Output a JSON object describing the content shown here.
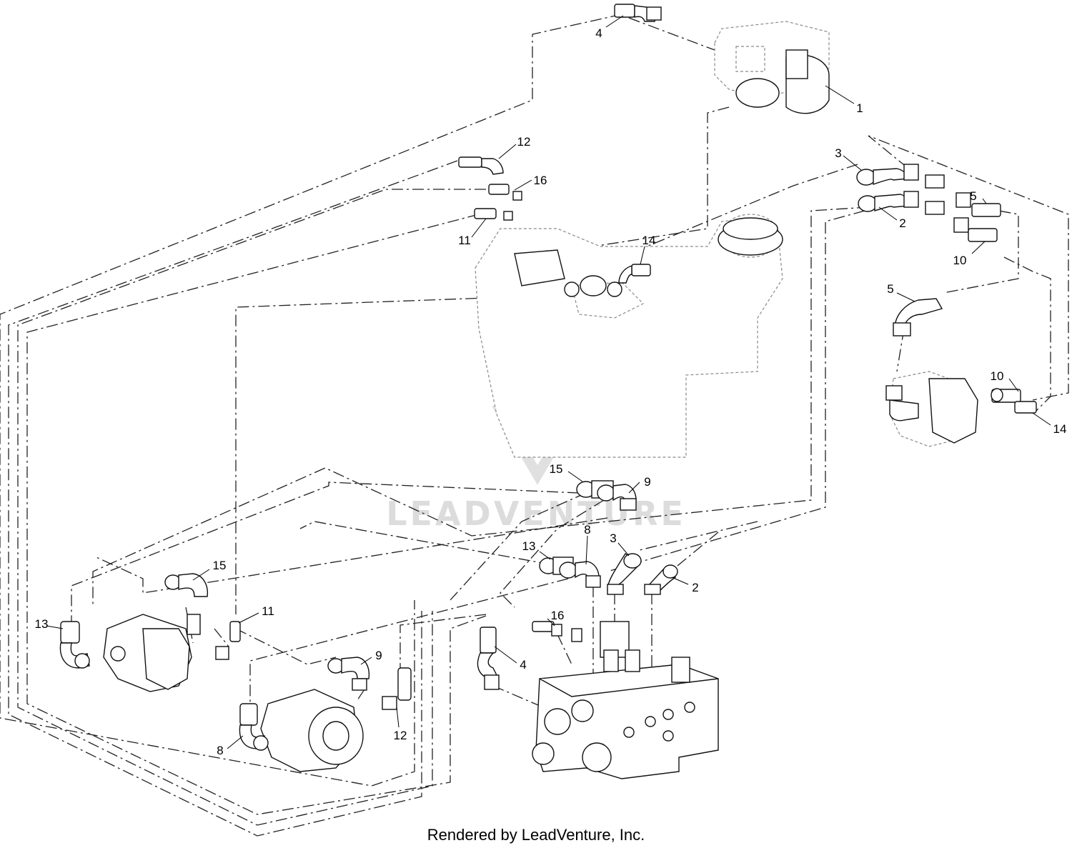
{
  "footer": {
    "caption": "Rendered by LeadVenture, Inc."
  },
  "watermark": {
    "text": "LEADVENTURE"
  },
  "callouts": [
    {
      "id": "c1",
      "label": "4"
    },
    {
      "id": "c2",
      "label": "1"
    },
    {
      "id": "c3",
      "label": "12"
    },
    {
      "id": "c4",
      "label": "16"
    },
    {
      "id": "c5",
      "label": "11"
    },
    {
      "id": "c6",
      "label": "14"
    },
    {
      "id": "c7",
      "label": "3"
    },
    {
      "id": "c8",
      "label": "2"
    },
    {
      "id": "c9",
      "label": "5"
    },
    {
      "id": "c10",
      "label": "10"
    },
    {
      "id": "c11",
      "label": "5"
    },
    {
      "id": "c12",
      "label": "10"
    },
    {
      "id": "c13",
      "label": "14"
    },
    {
      "id": "c14",
      "label": "15"
    },
    {
      "id": "c15",
      "label": "9"
    },
    {
      "id": "c16",
      "label": "13"
    },
    {
      "id": "c17",
      "label": "8"
    },
    {
      "id": "c18",
      "label": "3"
    },
    {
      "id": "c19",
      "label": "2"
    },
    {
      "id": "c20",
      "label": "15"
    },
    {
      "id": "c21",
      "label": "13"
    },
    {
      "id": "c22",
      "label": "11"
    },
    {
      "id": "c23",
      "label": "16"
    },
    {
      "id": "c24",
      "label": "4"
    },
    {
      "id": "c25",
      "label": "9"
    },
    {
      "id": "c26",
      "label": "8"
    },
    {
      "id": "c27",
      "label": "12"
    }
  ]
}
